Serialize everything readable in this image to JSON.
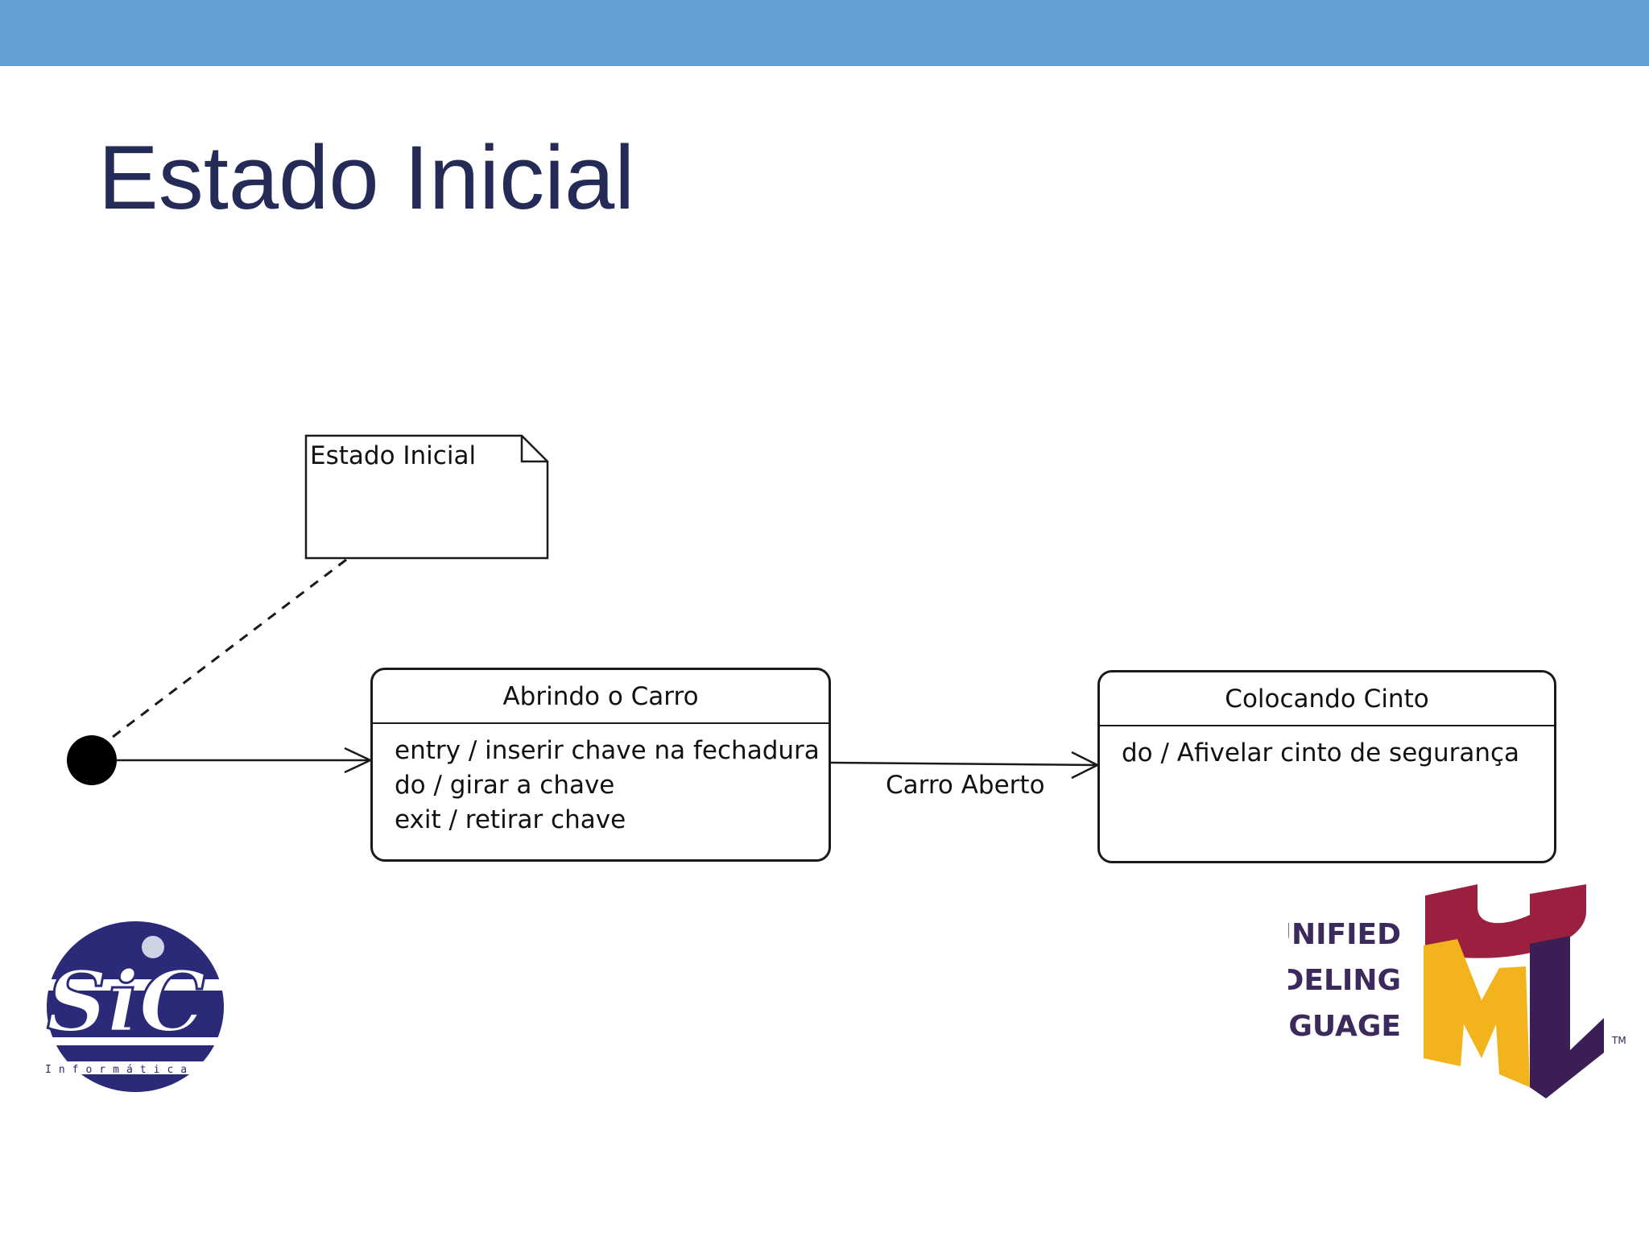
{
  "slide": {
    "title": "Estado Inicial"
  },
  "diagram": {
    "note": {
      "text": "Estado Inicial"
    },
    "initial_state": {
      "icon": "filled-circle-icon"
    },
    "states": [
      {
        "name": "Abrindo o Carro",
        "activities": [
          "entry / inserir chave na fechadura",
          "do / girar a chave",
          "exit / retirar chave"
        ]
      },
      {
        "name": "Colocando Cinto",
        "activities": [
          "do / Afivelar cinto de segurança"
        ]
      }
    ],
    "transitions": [
      {
        "from": "initial",
        "to": "Abrindo o Carro",
        "label": ""
      },
      {
        "from": "Abrindo o Carro",
        "to": "Colocando Cinto",
        "label": "Carro Aberto"
      }
    ]
  },
  "logos": {
    "sic": {
      "wordmark": "SiC",
      "subtitle": "Informática",
      "color": "#2a2a78"
    },
    "uml": {
      "lines": [
        "UNIFIED",
        "MODELING",
        "LANGUAGE"
      ],
      "trademark": "TM",
      "colors": {
        "u": "#9b1f3e",
        "m": "#f2b31c",
        "l": "#3c1e56"
      }
    }
  },
  "colors": {
    "header_bar": "#65a0d4",
    "title": "#242b57"
  }
}
